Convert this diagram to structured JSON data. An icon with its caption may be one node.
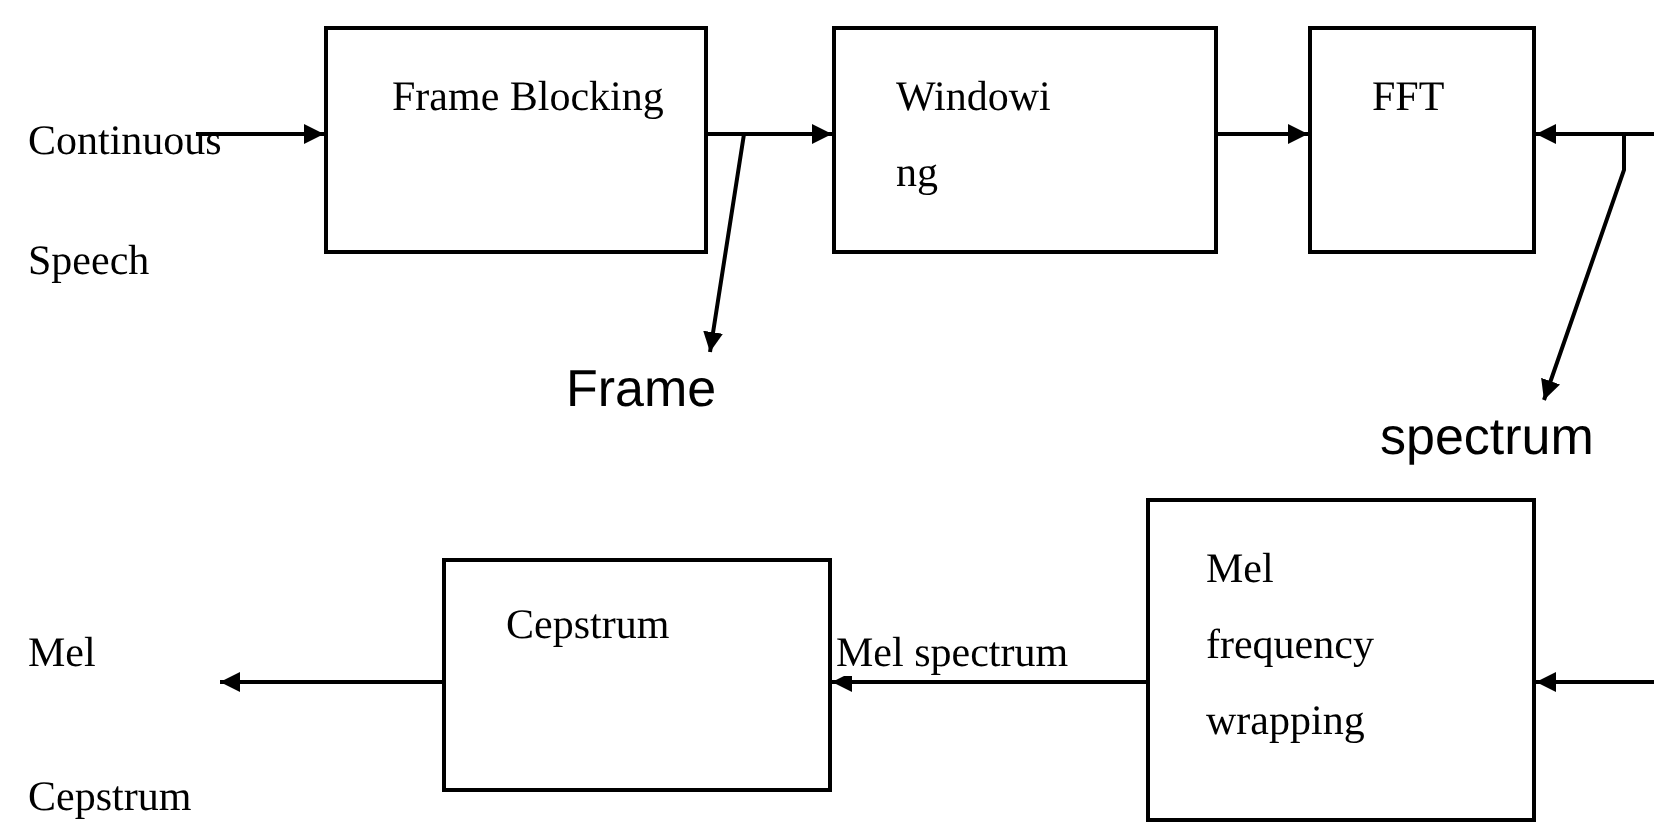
{
  "diagram": {
    "nodes": [
      {
        "text": [
          "Continuous Speech"
        ]
      },
      {
        "text": [
          "Frame Blocking"
        ]
      },
      {
        "text": [
          "Windowing"
        ]
      },
      {
        "text": [
          "FFT"
        ]
      },
      {
        "text": [
          "Frame"
        ]
      },
      {
        "text": [
          "spectrum"
        ]
      },
      {
        "text": [
          "Mel frequency wrapping"
        ]
      },
      {
        "text": [
          "Cepstrum"
        ]
      },
      {
        "text": [
          "Mel Cepstrum"
        ]
      }
    ],
    "edges": [
      {
        "from": 0,
        "to": 1,
        "arrow": "to"
      },
      {
        "from": 1,
        "to": 2,
        "arrow": "to"
      },
      {
        "from": 1,
        "to": 4,
        "arrow": "to"
      },
      {
        "from": 2,
        "to": 3,
        "arrow": "to"
      },
      {
        "from": null,
        "to": 3,
        "arrow": "to"
      },
      {
        "from": 3,
        "to": 5,
        "arrow": "to"
      },
      {
        "from": null,
        "to": 6,
        "arrow": "to"
      },
      {
        "from": 6,
        "to": 7,
        "arrow": "to",
        "label": "Mel spectrum"
      },
      {
        "from": 7,
        "to": 8,
        "arrow": "to"
      }
    ]
  }
}
